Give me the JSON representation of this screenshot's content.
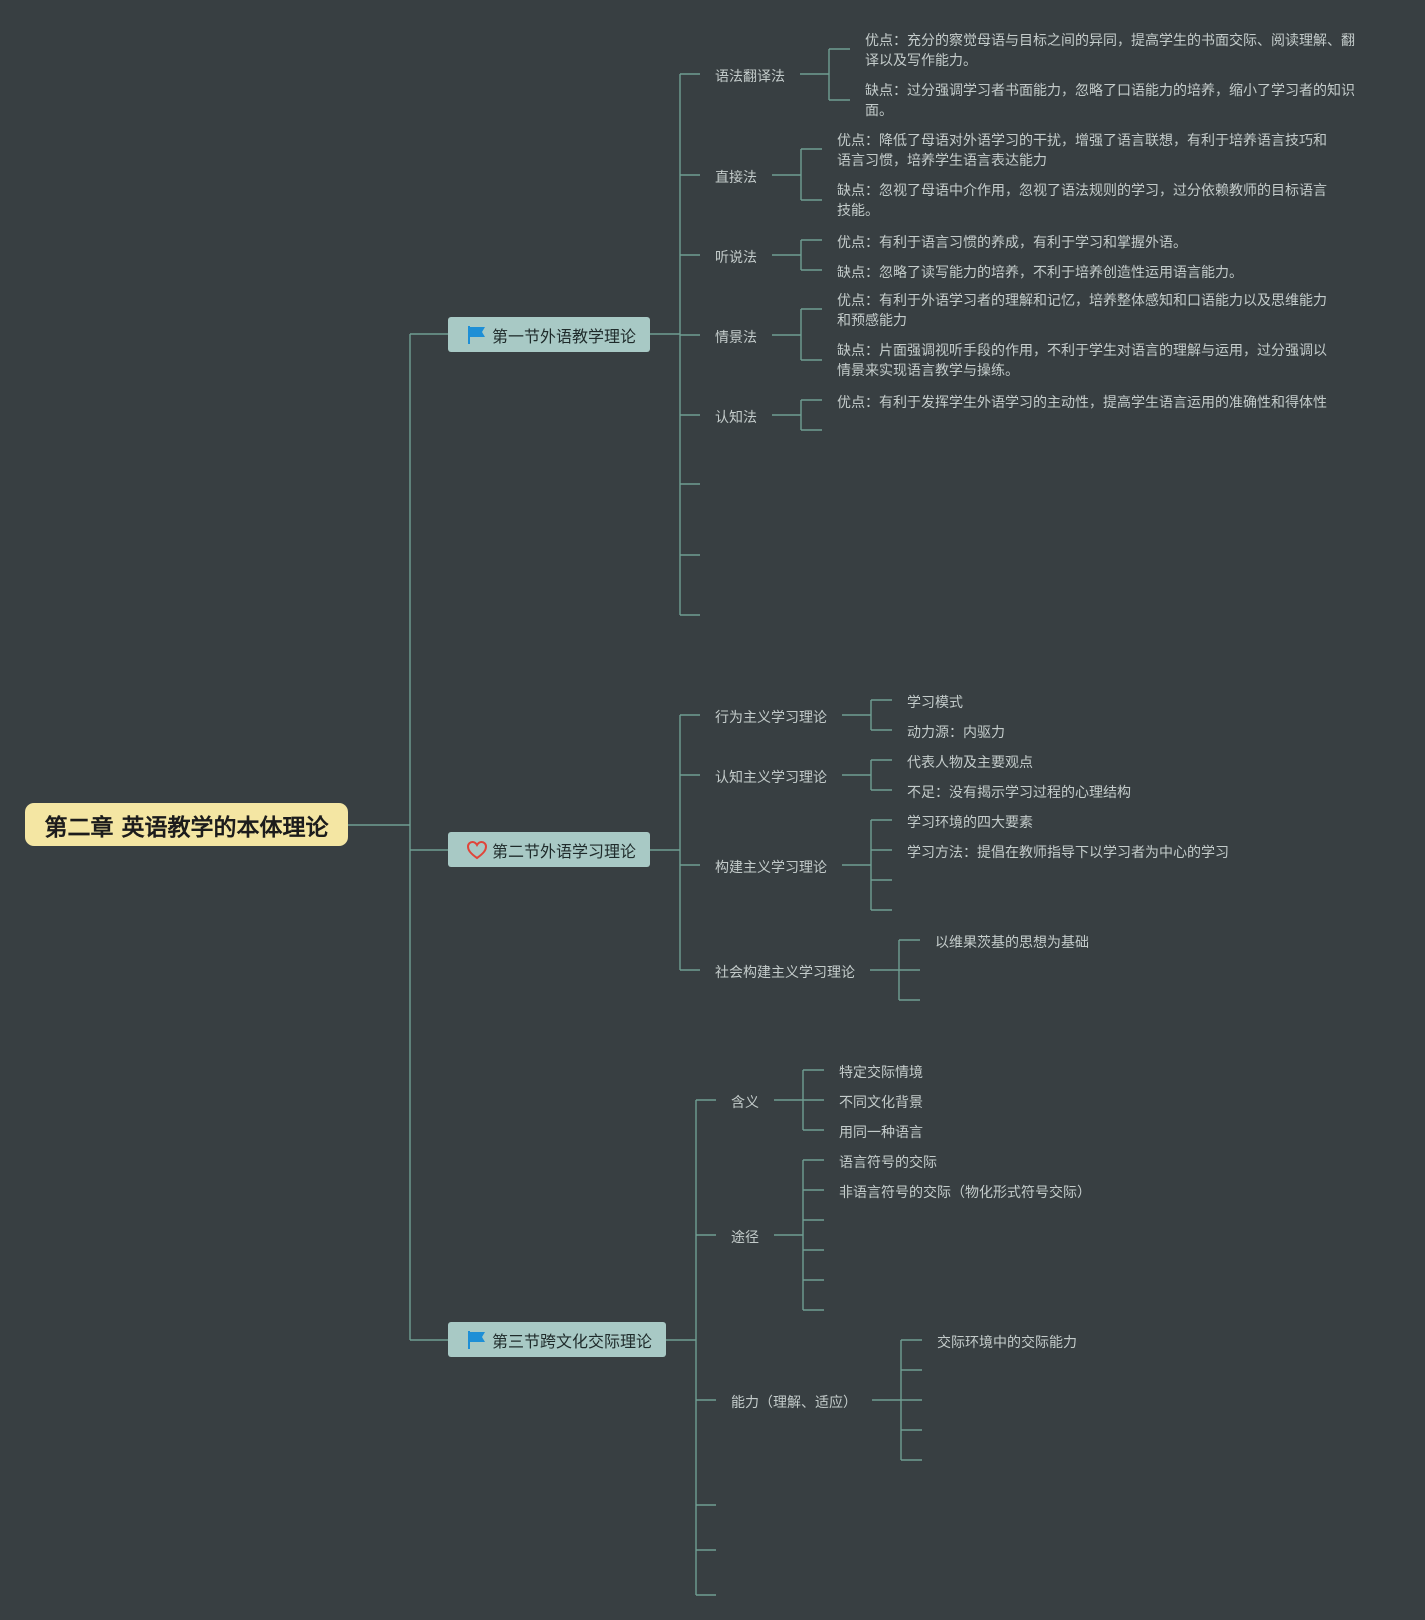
{
  "root": "第二章 英语教学的本体理论",
  "sections": [
    {
      "label": "第一节外语教学理论",
      "icon": "flag-icon",
      "children": [
        {
          "label": "语法翻译法",
          "children": [
            "优点：充分的察觉母语与目标之间的异同，提高学生的书面交际、阅读理解、翻译以及写作能力。",
            "缺点：过分强调学习者书面能力，忽略了口语能力的培养，缩小了学习者的知识面。"
          ]
        },
        {
          "label": "直接法",
          "children": [
            "优点：降低了母语对外语学习的干扰，增强了语言联想，有利于培养语言技巧和语言习惯，培养学生语言表达能力",
            "缺点：忽视了母语中介作用，忽视了语法规则的学习，过分依赖教师的目标语言技能。"
          ]
        },
        {
          "label": "听说法",
          "children": [
            "优点：有利于语言习惯的养成，有利于学习和掌握外语。",
            "缺点：忽略了读写能力的培养，不利于培养创造性运用语言能力。"
          ]
        },
        {
          "label": "情景法",
          "children": [
            "优点：有利于外语学习者的理解和记忆，培养整体感知和口语能力以及思维能力和预感能力",
            "缺点：片面强调视听手段的作用，不利于学生对语言的理解与运用，过分强调以情景来实现语言教学与操练。"
          ]
        },
        {
          "label": "认知法",
          "children": [
            "优点：有利于发挥学生外语学习的主动性，提高学生语言运用的准确性和得体性"
          ]
        }
      ]
    },
    {
      "label": "第二节外语学习理论",
      "icon": "heart-icon",
      "children": [
        {
          "label": "行为主义学习理论",
          "children": [
            "学习模式",
            "动力源：内驱力"
          ]
        },
        {
          "label": "认知主义学习理论",
          "children": [
            "代表人物及主要观点",
            "不足：没有揭示学习过程的心理结构"
          ]
        },
        {
          "label": "构建主义学习理论",
          "children": [
            "学习环境的四大要素",
            "学习方法：提倡在教师指导下以学习者为中心的学习"
          ]
        },
        {
          "label": "社会构建主义学习理论",
          "children": [
            "以维果茨基的思想为基础"
          ]
        }
      ]
    },
    {
      "label": "第三节跨文化交际理论",
      "icon": "flag-icon",
      "children": [
        {
          "label": "含义",
          "children": [
            "特定交际情境",
            "不同文化背景",
            "用同一种语言"
          ]
        },
        {
          "label": "途径",
          "children": [
            "语言符号的交际",
            "非语言符号的交际（物化形式符号交际）"
          ]
        },
        {
          "label": "能力（理解、适应）",
          "children": [
            "交际环境中的交际能力"
          ]
        }
      ]
    }
  ],
  "colors": {
    "background": "#383f42",
    "root_fill": "#f4e6a3",
    "section_fill": "#a8c9c5",
    "connector": "#6f9e92",
    "flag": "#1e8fd6",
    "heart": "#e0453a"
  }
}
